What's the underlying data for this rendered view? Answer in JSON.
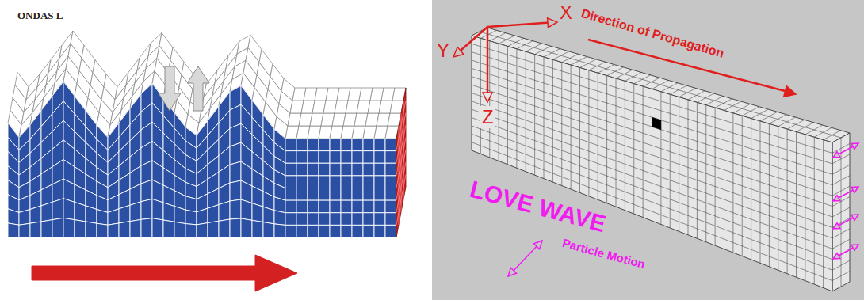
{
  "diagram": {
    "labels": [
      "ONDAS L",
      "X",
      "Y",
      "Z",
      "Direction of Propagation",
      "LOVE WAVE",
      "Particle Motion"
    ]
  }
}
